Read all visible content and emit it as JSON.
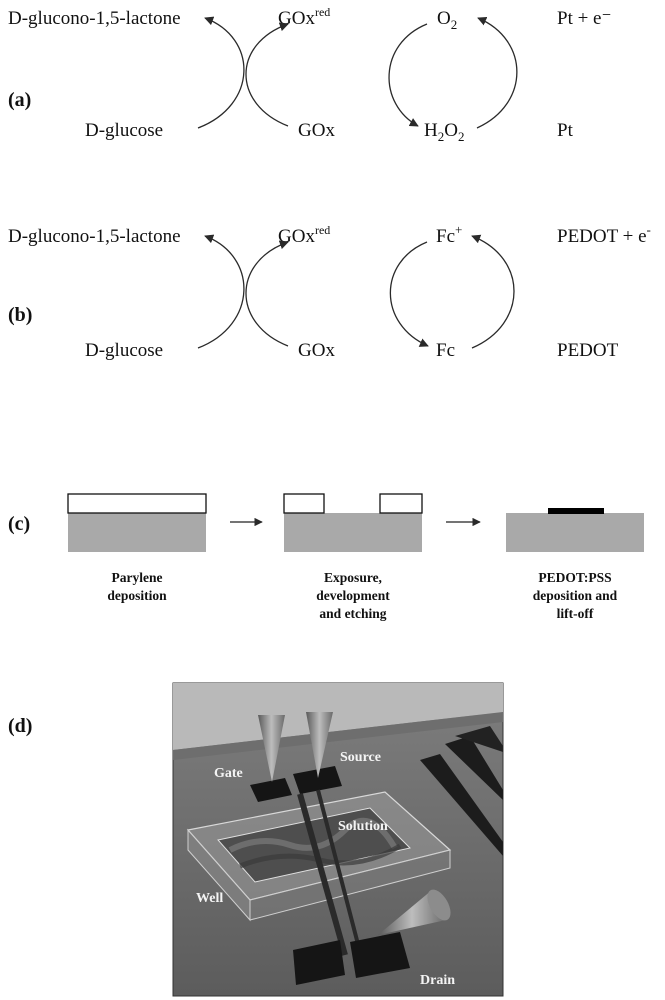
{
  "panel_a": {
    "label": "(a)",
    "top_left": "D-glucono-1,5-lactone",
    "bottom_left": "D-glucose",
    "top_enzyme": "GOx",
    "top_enzyme_sup": "red",
    "bottom_enzyme": "GOx",
    "top_mediator": "O",
    "top_mediator_sub": "2",
    "bottom_mediator_a": "H",
    "bottom_mediator_sub1": "2",
    "bottom_mediator_b": "O",
    "bottom_mediator_sub2": "2",
    "top_electrode": "Pt + e⁻",
    "bottom_electrode": "Pt"
  },
  "panel_b": {
    "label": "(b)",
    "top_left": "D-glucono-1,5-lactone",
    "bottom_left": "D-glucose",
    "top_enzyme": "GOx",
    "top_enzyme_sup": "red",
    "bottom_enzyme": "GOx",
    "top_mediator": "Fc",
    "top_mediator_sup": "+",
    "bottom_mediator": "Fc",
    "top_electrode": "PEDOT + e",
    "top_electrode_sup": "-",
    "bottom_electrode": "PEDOT"
  },
  "panel_c": {
    "label": "(c)",
    "step1": [
      "Parylene",
      "deposition"
    ],
    "step2": [
      "Exposure,",
      "development",
      "and etching"
    ],
    "step3": [
      "PEDOT:PSS",
      "deposition and",
      "lift-off"
    ]
  },
  "panel_d": {
    "label": "(d)",
    "gate": "Gate",
    "source": "Source",
    "solution": "Solution",
    "well": "Well",
    "drain": "Drain"
  }
}
